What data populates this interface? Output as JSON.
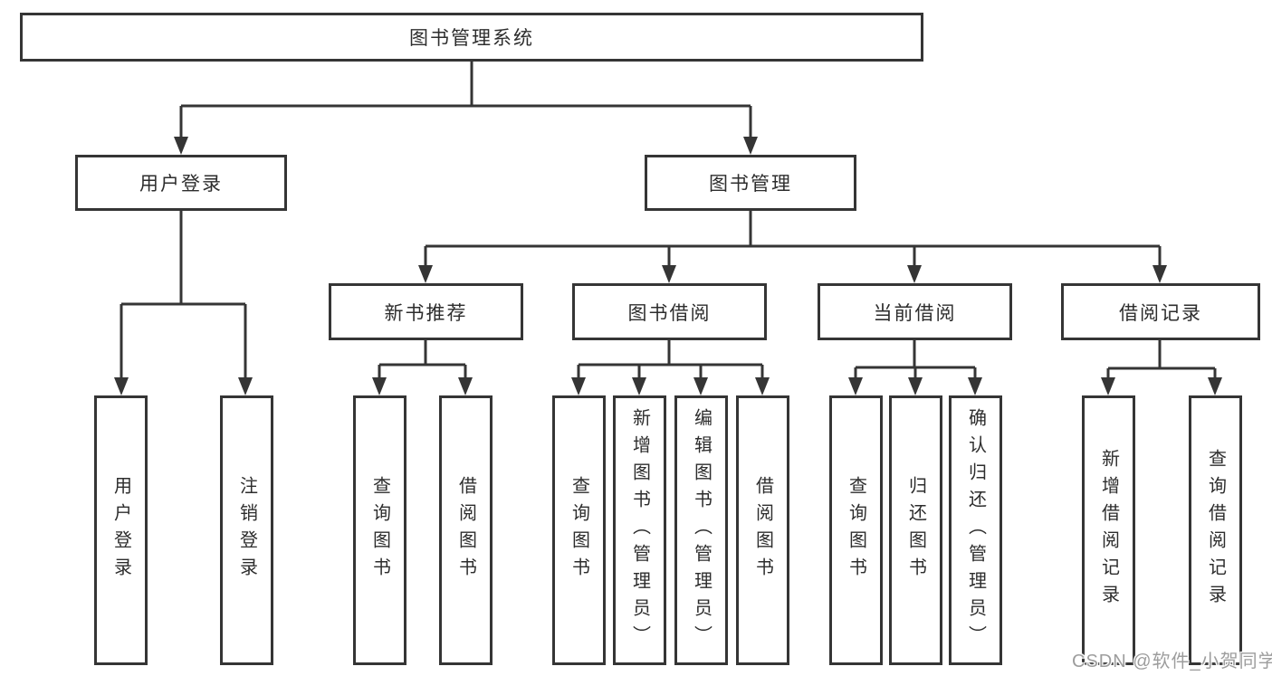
{
  "tree": {
    "root": "图书管理系统",
    "children": [
      {
        "label": "用户登录",
        "children": [
          "用户登录",
          "注销登录"
        ]
      },
      {
        "label": "图书管理",
        "children": [
          {
            "label": "新书推荐",
            "children": [
              "查询图书",
              "借阅图书"
            ]
          },
          {
            "label": "图书借阅",
            "children": [
              "查询图书",
              "新增图书（管理员）",
              "编辑图书（管理员）",
              "借阅图书"
            ]
          },
          {
            "label": "当前借阅",
            "children": [
              "查询图书",
              "归还图书",
              "确认归还（管理员）"
            ]
          },
          {
            "label": "借阅记录",
            "children": [
              "新增借阅记录",
              "查询借阅记录"
            ]
          }
        ]
      }
    ]
  },
  "watermark": {
    "text": "CSDN @软件_小贺同学"
  },
  "colors": {
    "line": "#353535",
    "text": "#2d2d2d",
    "background": "#ffffff"
  }
}
